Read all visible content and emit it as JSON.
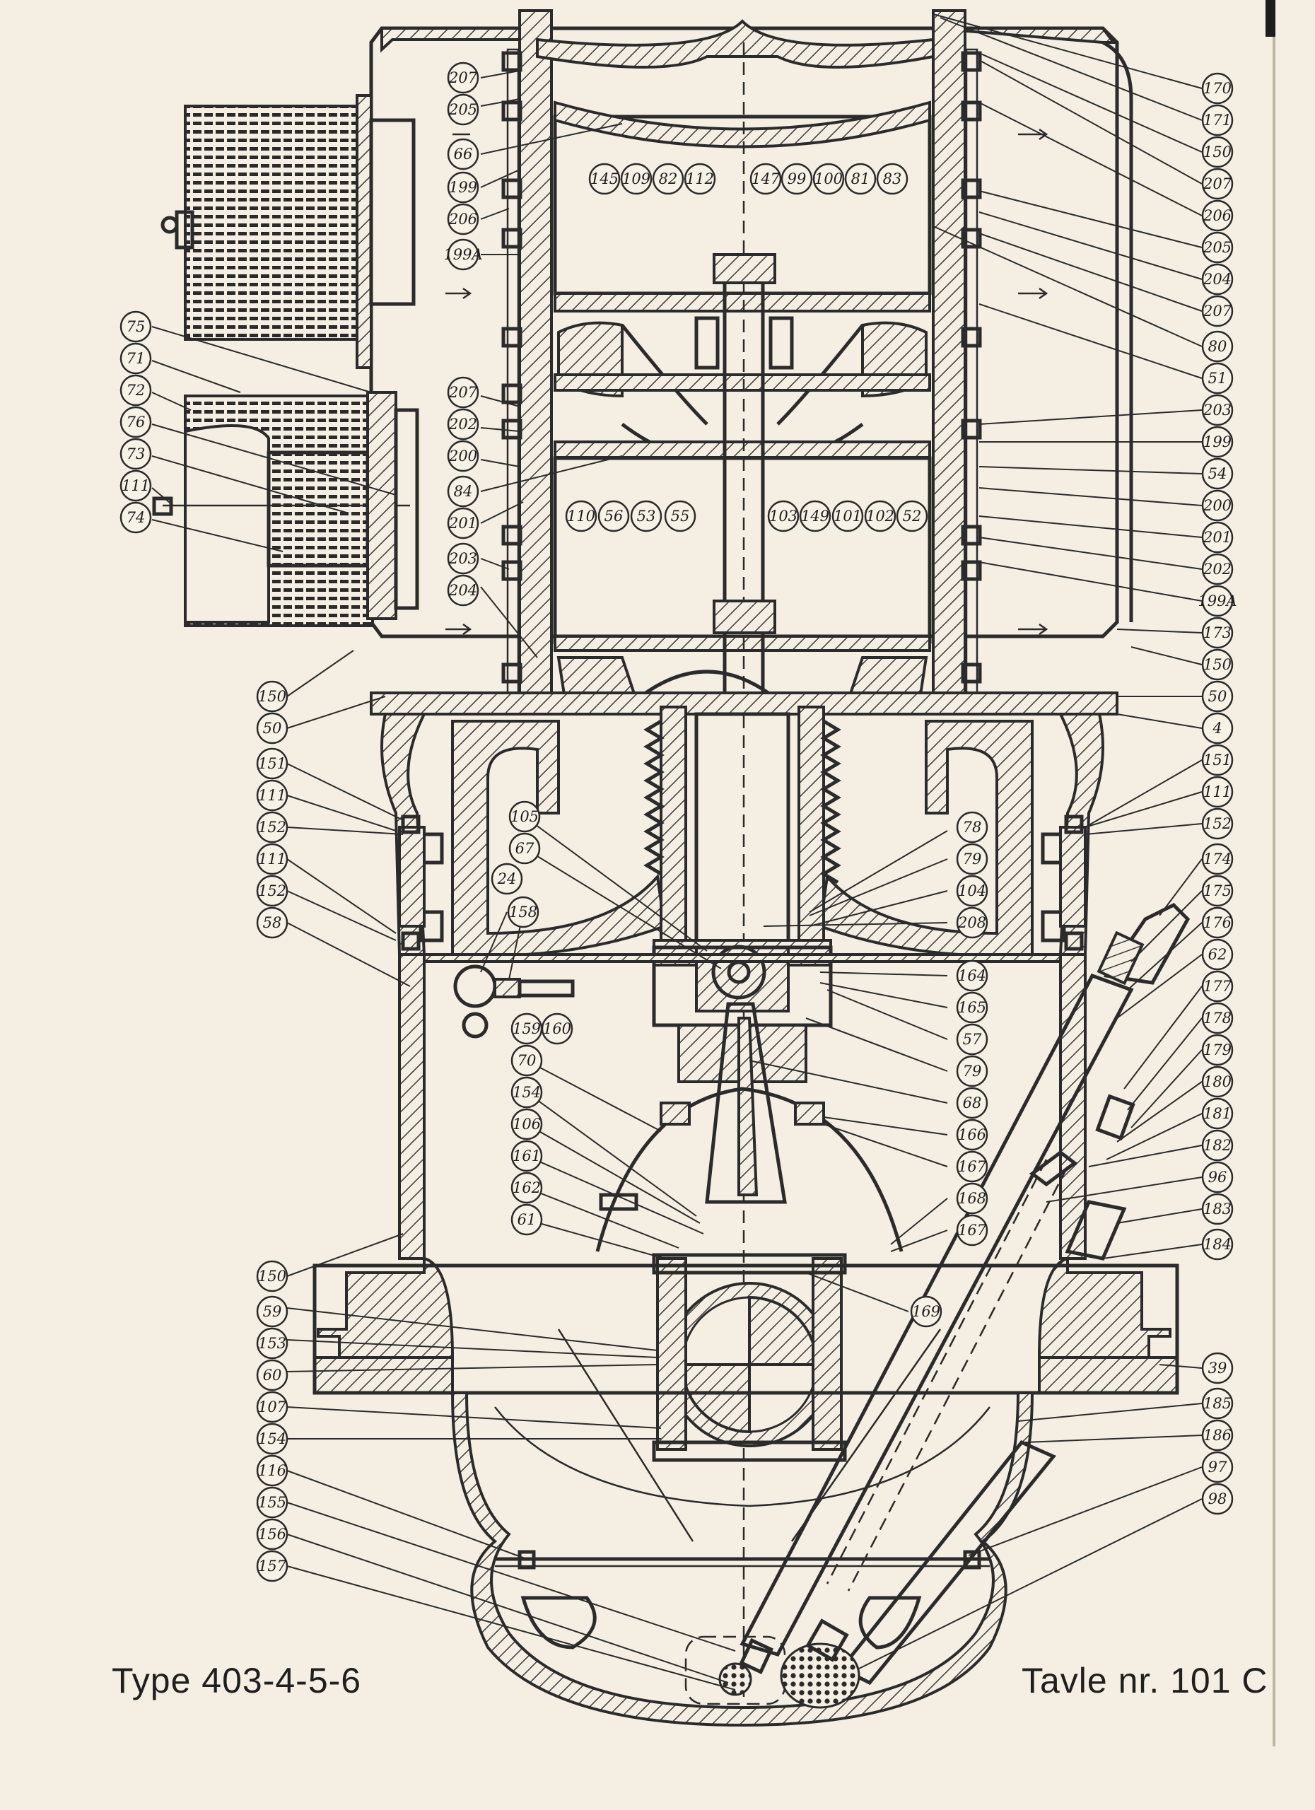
{
  "drawing": {
    "type_label": "Type 403-4-5-6",
    "plate_label": "Tavle nr. 101 C"
  },
  "callouts": {
    "left": [
      "207",
      "205",
      "66",
      "199",
      "206",
      "199A",
      "207",
      "202",
      "200",
      "84",
      "201",
      "203",
      "204",
      "150",
      "50",
      "151",
      "111",
      "152",
      "111",
      "152",
      "58",
      "150",
      "59",
      "153",
      "60",
      "107",
      "154",
      "116",
      "155",
      "156",
      "157"
    ],
    "left_aux": [
      "75",
      "71",
      "72",
      "76",
      "73",
      "111",
      "74"
    ],
    "top_row_a": [
      "145",
      "109",
      "82",
      "112",
      "147",
      "99",
      "100",
      "81",
      "83"
    ],
    "top_row_b": [
      "110",
      "56",
      "53",
      "55",
      "103",
      "149",
      "101",
      "102",
      "52"
    ],
    "inner": [
      "105",
      "67",
      "24",
      "158",
      "159",
      "160",
      "70",
      "154",
      "106",
      "161",
      "162",
      "61"
    ],
    "right_inner": [
      "78",
      "79",
      "104",
      "208",
      "164",
      "165",
      "57",
      "79",
      "68",
      "166",
      "167",
      "168",
      "167",
      "169"
    ],
    "right": [
      "170",
      "171",
      "150",
      "207",
      "206",
      "205",
      "204",
      "207",
      "80",
      "51",
      "203",
      "199",
      "54",
      "200",
      "201",
      "202",
      "199A",
      "173",
      "150",
      "50",
      "4",
      "151",
      "111",
      "152",
      "174",
      "175",
      "176",
      "62",
      "177",
      "178",
      "179",
      "180",
      "181",
      "182",
      "96",
      "183",
      "184",
      "39",
      "185",
      "186",
      "97",
      "98"
    ]
  },
  "icons": {
    "air_filter_main": "air-filter-icon",
    "air_filter_aux": "air-filter-icon",
    "strainer_left": "strainer-icon",
    "strainer_right": "strainer-icon"
  },
  "colors": {
    "paper": "#f4efe2",
    "ink": "#2b2b2b"
  }
}
